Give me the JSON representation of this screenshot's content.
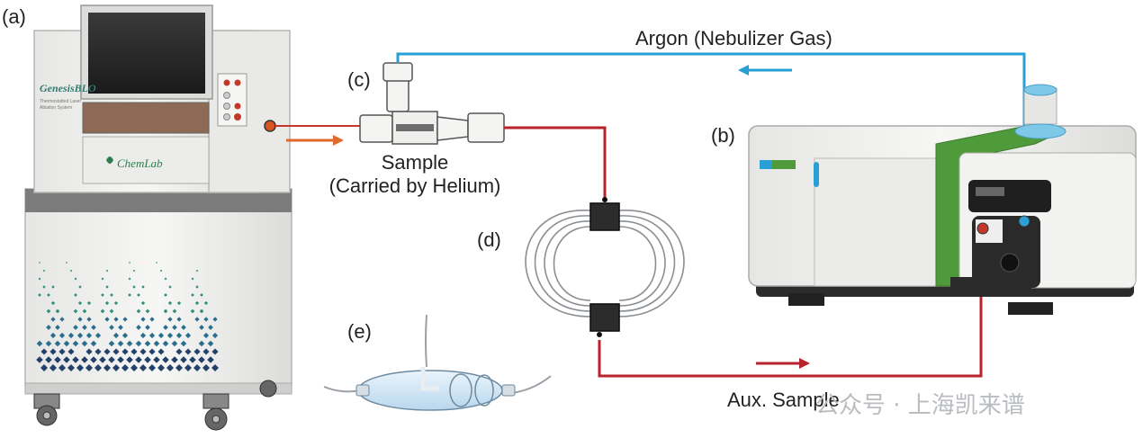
{
  "labels": {
    "a": "(a)",
    "b": "(b)",
    "c": "(c)",
    "d": "(d)",
    "e": "(e)",
    "argon": "Argon (Nebulizer Gas)",
    "sample_line1": "Sample",
    "sample_line2": "(Carried by Helium)",
    "aux_sample": "Aux. Sample"
  },
  "device_a": {
    "brand_logo": "GenesisBLO",
    "brand_sub1": "Thermostatted Laser",
    "brand_sub2": "Ablation System",
    "chemlab": "ChemLab"
  },
  "watermark": "公众号 · 上海凯来谱",
  "colors": {
    "argon_line": "#2a9fd6",
    "sample_line": "#b8222b",
    "sample_arrow": "#e06a2b",
    "accent_green": "#4f9a3a",
    "device_body": "#f1f1ef",
    "device_dark": "#2b2b2b",
    "tube": "#9aa0a6"
  }
}
